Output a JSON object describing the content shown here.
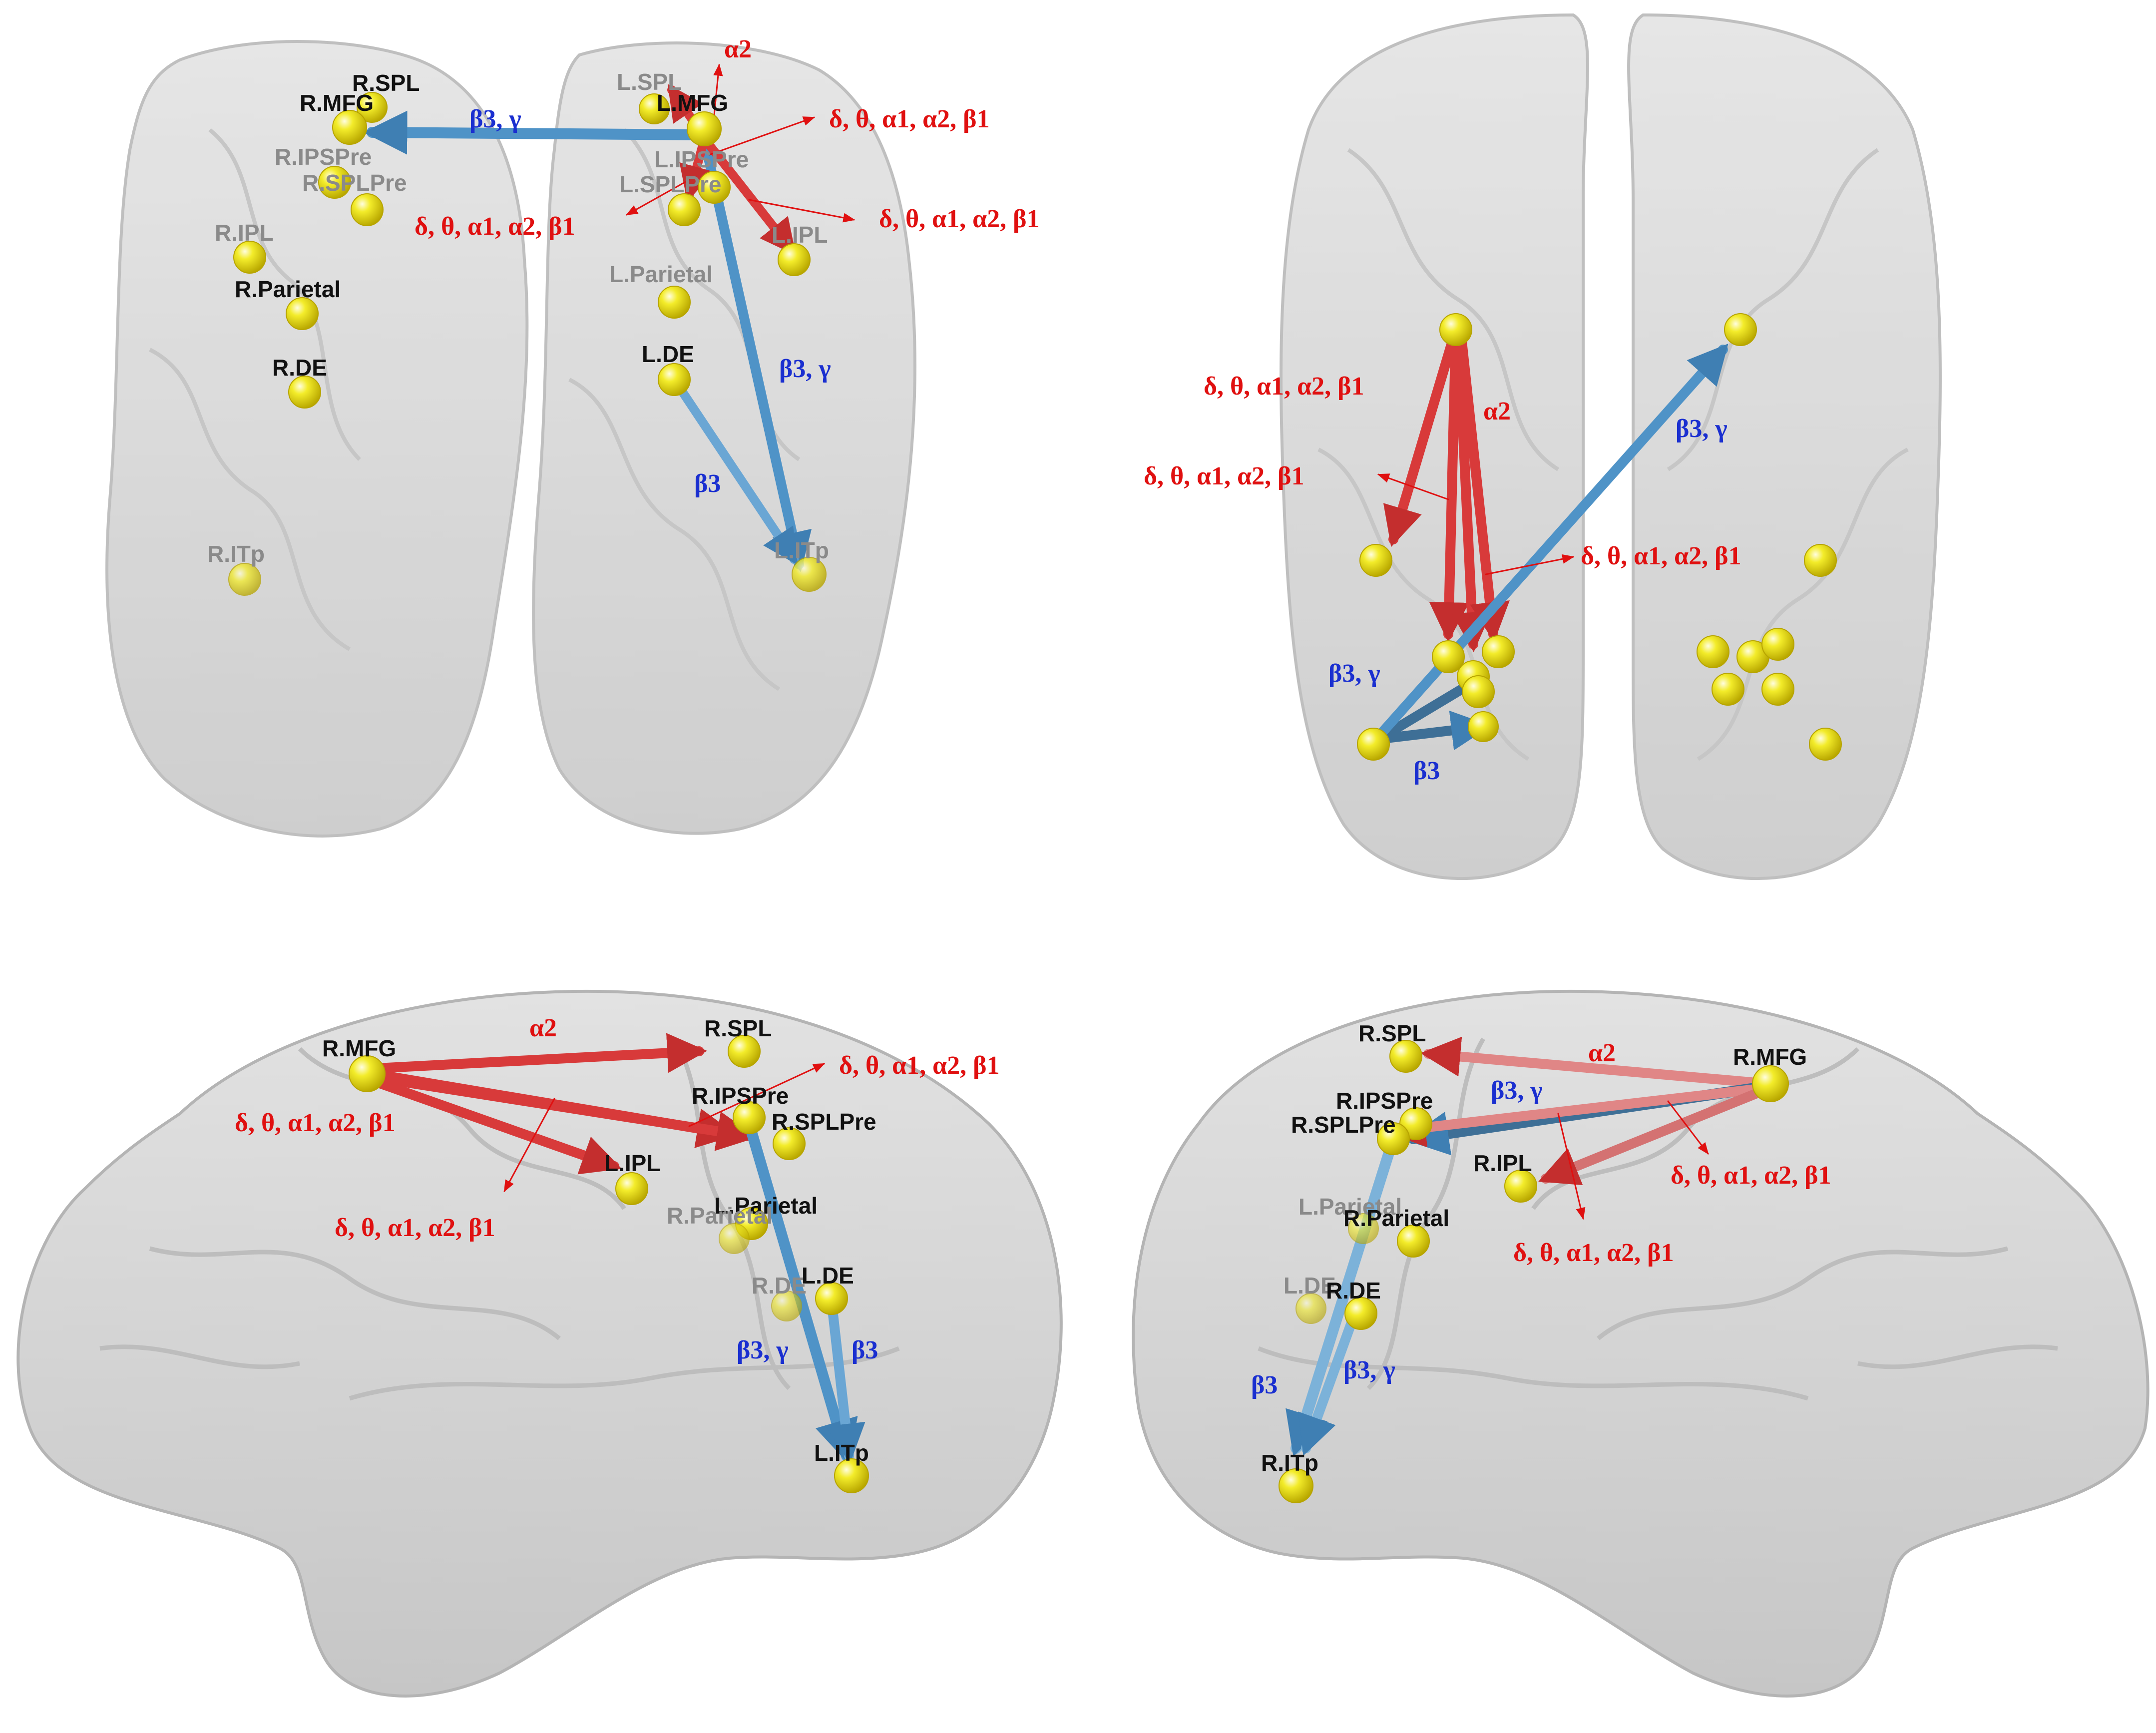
{
  "colors": {
    "brain_fill": "#d4d4d4",
    "brain_stroke": "#b4b4b4",
    "node": "#f0e800",
    "node_edge": "#b7a400",
    "red_arrow": "#d83a3a",
    "blue_arrow": "#4f93c7",
    "red_text": "#e01010",
    "blue_text": "#1a2fd0",
    "label_text": "#111111",
    "faint_label": "#8a8a8a"
  },
  "bands": {
    "full": "δ, θ, α1, α2, β1",
    "alpha2": "α2",
    "beta3_gamma": "β3, γ",
    "beta3": "β3"
  },
  "panels": [
    {
      "id": "posterior-view",
      "regions": [
        {
          "id": "R.SPL",
          "label": "R.SPL"
        },
        {
          "id": "R.MFG",
          "label": "R.MFG"
        },
        {
          "id": "R.IPSPre",
          "label": "R.IPSPre"
        },
        {
          "id": "R.SPLPre",
          "label": "R.SPLPre"
        },
        {
          "id": "R.IPL",
          "label": "R.IPL"
        },
        {
          "id": "R.Parietal",
          "label": "R.Parietal"
        },
        {
          "id": "R.DE",
          "label": "R.DE"
        },
        {
          "id": "R.ITp",
          "label": "R.ITp"
        },
        {
          "id": "L.SPL",
          "label": "L.SPL"
        },
        {
          "id": "L.MFG",
          "label": "L.MFG"
        },
        {
          "id": "L.IPSPre",
          "label": "L.IPSPre"
        },
        {
          "id": "L.SPLPre",
          "label": "L.SPLPre"
        },
        {
          "id": "L.IPL",
          "label": "L.IPL"
        },
        {
          "id": "L.Parietal",
          "label": "L.Parietal"
        },
        {
          "id": "L.DE",
          "label": "L.DE"
        },
        {
          "id": "L.ITp",
          "label": "L.ITp"
        }
      ],
      "connections": [
        {
          "from": "L.MFG",
          "to": "R.MFG",
          "bands": "β3, γ",
          "color": "blue"
        },
        {
          "from": "L.MFG",
          "to": "L.ITp",
          "bands": "β3, γ",
          "color": "blue"
        },
        {
          "from": "L.DE",
          "to": "L.ITp",
          "bands": "β3",
          "color": "blue"
        },
        {
          "from": "L.MFG",
          "to": "L.SPL",
          "bands": "α2",
          "color": "red"
        },
        {
          "from": "L.MFG",
          "to": "L.IPSPre",
          "bands": "δ, θ, α1, α2, β1",
          "color": "red"
        },
        {
          "from": "L.MFG",
          "to": "L.IPL",
          "bands": "δ, θ, α1, α2, β1",
          "color": "red"
        }
      ]
    },
    {
      "id": "dorsal-view",
      "connections": [
        {
          "bands": "δ, θ, α1, α2, β1",
          "color": "red"
        },
        {
          "bands": "α2",
          "color": "red"
        },
        {
          "bands": "δ, θ, α1, α2, β1",
          "color": "red"
        },
        {
          "bands": "δ, θ, α1, α2, β1",
          "color": "red"
        },
        {
          "bands": "β3, γ",
          "color": "blue"
        },
        {
          "bands": "β3, γ",
          "color": "blue"
        },
        {
          "bands": "β3",
          "color": "blue"
        }
      ]
    },
    {
      "id": "left-lateral-view",
      "regions": [
        {
          "id": "R.MFG",
          "label": "R.MFG"
        },
        {
          "id": "R.SPL",
          "label": "R.SPL"
        },
        {
          "id": "R.IPSPre",
          "label": "R.IPSPre"
        },
        {
          "id": "R.SPLPre",
          "label": "R.SPLPre"
        },
        {
          "id": "L.IPL",
          "label": "L.IPL"
        },
        {
          "id": "L.Parietal",
          "label": "L.Parietal"
        },
        {
          "id": "R.Parietal",
          "label": "R.Parietal"
        },
        {
          "id": "R.DE",
          "label": "R.DE"
        },
        {
          "id": "L.DE",
          "label": "L.DE"
        },
        {
          "id": "L.ITp",
          "label": "L.ITp"
        }
      ],
      "connections": [
        {
          "from": "R.MFG",
          "to": "R.SPL",
          "bands": "α2",
          "color": "red"
        },
        {
          "from": "R.MFG",
          "to": "R.IPSPre",
          "bands": "δ, θ, α1, α2, β1",
          "color": "red"
        },
        {
          "from": "R.MFG",
          "to": "L.IPL",
          "bands": "δ, θ, α1, α2, β1",
          "color": "red"
        },
        {
          "from": "R.MFG",
          "to": "R.SPLPre",
          "bands": "δ, θ, α1, α2, β1",
          "color": "red"
        },
        {
          "from": "R.IPSPre",
          "to": "L.ITp",
          "bands": "β3, γ",
          "color": "blue"
        },
        {
          "from": "L.DE",
          "to": "L.ITp",
          "bands": "β3",
          "color": "blue"
        }
      ]
    },
    {
      "id": "right-lateral-view",
      "regions": [
        {
          "id": "R.SPL",
          "label": "R.SPL"
        },
        {
          "id": "R.MFG",
          "label": "R.MFG"
        },
        {
          "id": "R.IPSPre",
          "label": "R.IPSPre"
        },
        {
          "id": "R.SPLPre",
          "label": "R.SPLPre"
        },
        {
          "id": "R.IPL",
          "label": "R.IPL"
        },
        {
          "id": "L.Parietal",
          "label": "L.Parietal"
        },
        {
          "id": "R.Parietal",
          "label": "R.Parietal"
        },
        {
          "id": "L.DE",
          "label": "L.DE"
        },
        {
          "id": "R.DE",
          "label": "R.DE"
        },
        {
          "id": "R.ITp",
          "label": "R.ITp"
        }
      ],
      "connections": [
        {
          "from": "R.MFG",
          "to": "R.SPL",
          "bands": "α2",
          "color": "red"
        },
        {
          "from": "R.MFG",
          "to": "R.IPSPre",
          "bands": "β3, γ",
          "color": "blue"
        },
        {
          "from": "R.MFG",
          "to": "R.IPL",
          "bands": "δ, θ, α1, α2, β1",
          "color": "red"
        },
        {
          "from": "R.MFG",
          "to": "R.SPLPre",
          "bands": "δ, θ, α1, α2, β1",
          "color": "red"
        },
        {
          "from": "R.SPLPre",
          "to": "R.ITp",
          "bands": "β3",
          "color": "blue"
        },
        {
          "from": "R.DE",
          "to": "R.ITp",
          "bands": "β3, γ",
          "color": "blue"
        }
      ]
    }
  ]
}
